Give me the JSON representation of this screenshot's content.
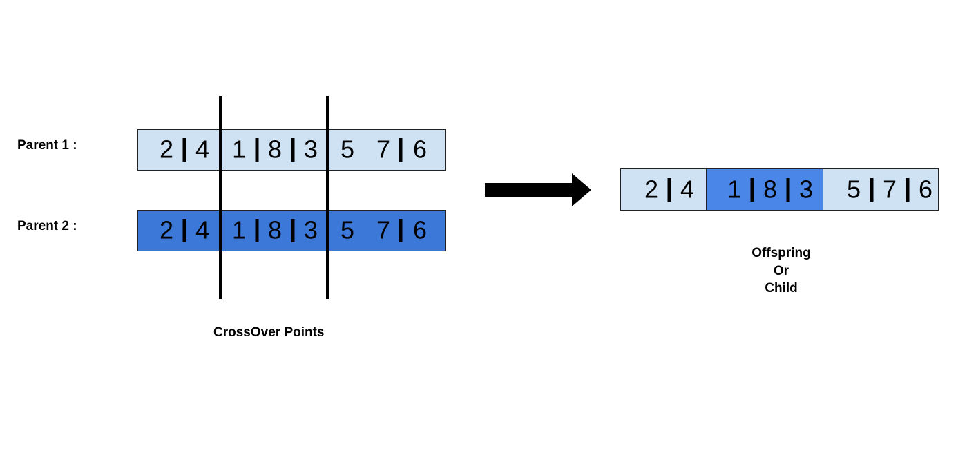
{
  "labels": {
    "parent1": "Parent 1 :",
    "parent2": "Parent 2 :",
    "crossover": "CrossOver Points",
    "offspring": [
      "Offspring",
      "Or",
      "Child"
    ]
  },
  "parent1": {
    "genes": [
      "2",
      "4",
      "1",
      "8",
      "3",
      "5",
      "7",
      "6"
    ],
    "color": "#cfe2f3"
  },
  "parent2": {
    "genes": [
      "2",
      "4",
      "1",
      "8",
      "3",
      "5",
      "7",
      "6"
    ],
    "color": "#3c78d8"
  },
  "crossover_after_gene_index": [
    1,
    4
  ],
  "child": {
    "segments": [
      {
        "genes": [
          "2",
          "4"
        ],
        "source": "parent1",
        "color": "#cfe2f3"
      },
      {
        "genes": [
          "1",
          "8",
          "3"
        ],
        "source": "parent2",
        "color": "#4a86e8"
      },
      {
        "genes": [
          "5",
          "7",
          "6"
        ],
        "source": "parent1",
        "color": "#cfe2f3"
      }
    ]
  },
  "colors": {
    "line": "#000000",
    "arrow": "#000000"
  }
}
